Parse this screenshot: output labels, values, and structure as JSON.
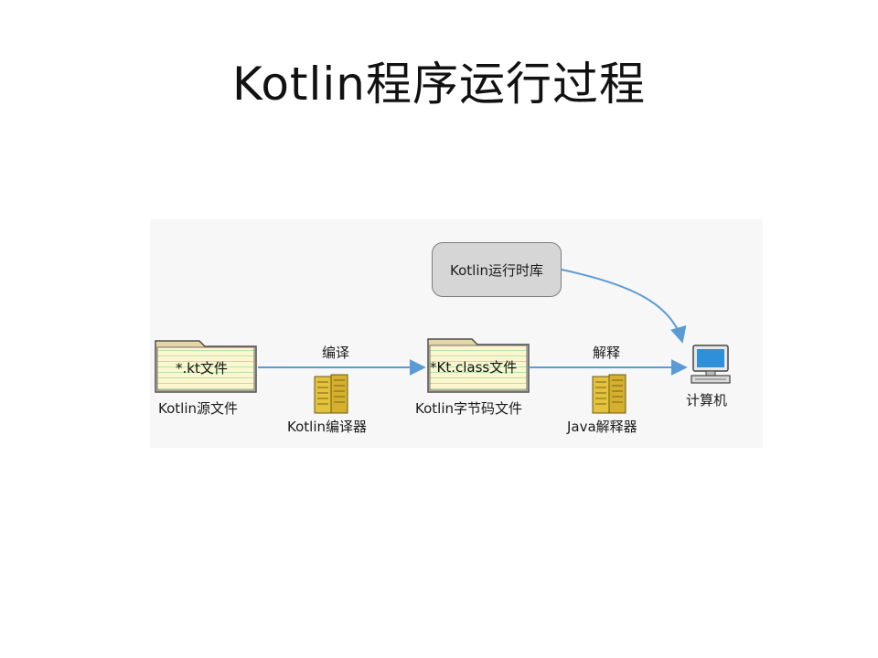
{
  "title": "Kotlin程序运行过程",
  "diagram": {
    "runtime_library": "Kotlin运行时库",
    "source_file": {
      "file_label": "*.kt文件",
      "caption": "Kotlin源文件"
    },
    "compile_step": {
      "arrow_label": "编译",
      "tool_caption": "Kotlin编译器"
    },
    "bytecode_file": {
      "file_label": "*Kt.class文件",
      "caption": "Kotlin字节码文件"
    },
    "interpret_step": {
      "arrow_label": "解释",
      "tool_caption": "Java解释器"
    },
    "computer": {
      "caption": "计算机"
    },
    "colors": {
      "arrow": "#5b9bd5",
      "folder_fill": "#fdf6cf",
      "folder_line": "#a8d8a0",
      "tool_fill": "#e3c23d",
      "runtime_fill": "#d6d6d6",
      "monitor_screen": "#2f8fd8"
    }
  }
}
